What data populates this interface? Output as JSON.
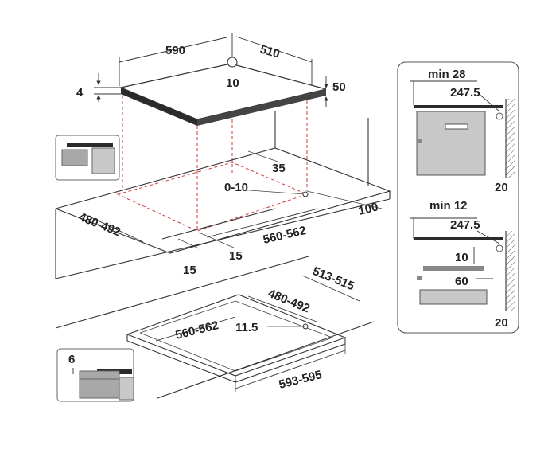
{
  "labels": {
    "width_top": "590",
    "depth_top": "510",
    "thickness": "4",
    "center_value": "10",
    "clearance_right": "50",
    "cutout_offset": "35",
    "range_clearance": "0-10",
    "cutout_depth": "480-492",
    "cutout_width": "560-562",
    "wall_distance": "100",
    "edge_left": "15",
    "edge_front": "15",
    "flush_outer_depth": "513-515",
    "flush_inner_depth": "480-492",
    "flush_inner_width": "560-562",
    "flush_gap": "11.5",
    "flush_outer_width": "593-595",
    "flush_rebate": "6"
  },
  "side_panel": {
    "top_title": "min 28",
    "top_value": "247.5",
    "top_wall": "20",
    "bottom_title": "min 12",
    "bottom_value": "247.5",
    "bottom_gap_vertical": "10",
    "bottom_gap_horizontal": "60",
    "bottom_wall": "20"
  },
  "colors": {
    "line": "#333333",
    "dash": "#d23a3a",
    "panel_gray": "#c8c8c8",
    "hob_dark": "#2b2b2b",
    "hatch": "#555555"
  }
}
